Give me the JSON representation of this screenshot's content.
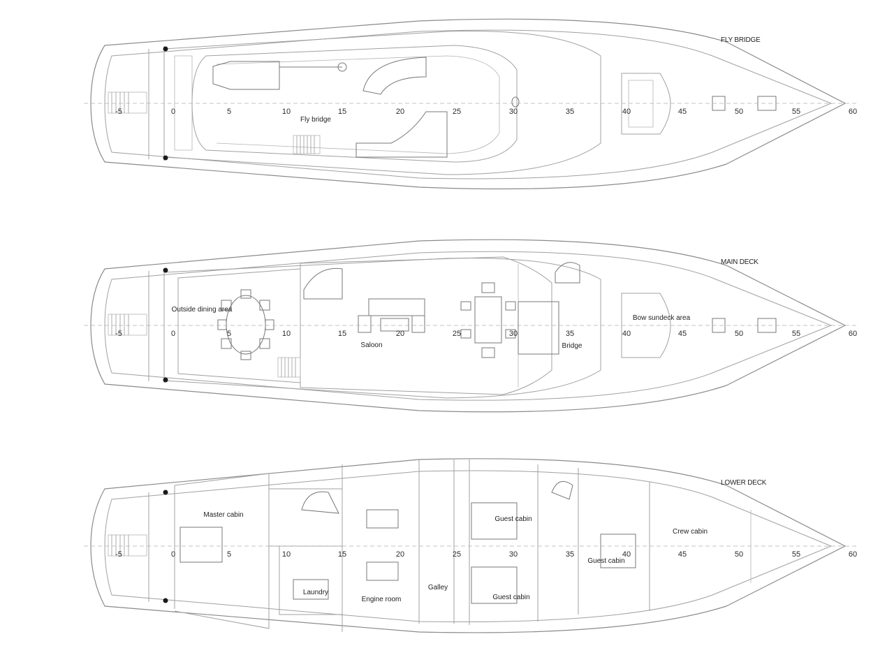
{
  "decks": [
    {
      "id": "fly-bridge",
      "title": "FLY BRIDGE",
      "rooms": [
        {
          "id": "fly-bridge-room",
          "label": "Fly bridge"
        }
      ]
    },
    {
      "id": "main-deck",
      "title": "MAIN DECK",
      "rooms": [
        {
          "id": "outside-dining",
          "label": "Outside dining area"
        },
        {
          "id": "saloon",
          "label": "Saloon"
        },
        {
          "id": "bridge",
          "label": "Bridge"
        },
        {
          "id": "bow-sundeck",
          "label": "Bow sundeck area"
        }
      ]
    },
    {
      "id": "lower-deck",
      "title": "LOWER DECK",
      "rooms": [
        {
          "id": "master-cabin",
          "label": "Master cabin"
        },
        {
          "id": "laundry",
          "label": "Laundry"
        },
        {
          "id": "engine-room",
          "label": "Engine room"
        },
        {
          "id": "galley",
          "label": "Galley"
        },
        {
          "id": "guest-cabin-1",
          "label": "Guest cabin"
        },
        {
          "id": "guest-cabin-2",
          "label": "Guest cabin"
        },
        {
          "id": "guest-cabin-3",
          "label": "Guest cabin"
        },
        {
          "id": "crew-cabin",
          "label": "Crew cabin"
        }
      ]
    }
  ],
  "scale": {
    "fly": [
      "-5",
      "0",
      "5",
      "10",
      "15",
      "20",
      "25",
      "30",
      "35",
      "40",
      "45",
      "50",
      "55",
      "60"
    ],
    "main": [
      "-5",
      "0",
      "5",
      "10",
      "15",
      "20",
      "25",
      "30",
      "35",
      "40",
      "45",
      "50",
      "55",
      "60"
    ],
    "lower": [
      "-5",
      "0",
      "5",
      "10",
      "15",
      "20",
      "25",
      "30",
      "35",
      "40",
      "45",
      "50",
      "55",
      "60"
    ]
  }
}
